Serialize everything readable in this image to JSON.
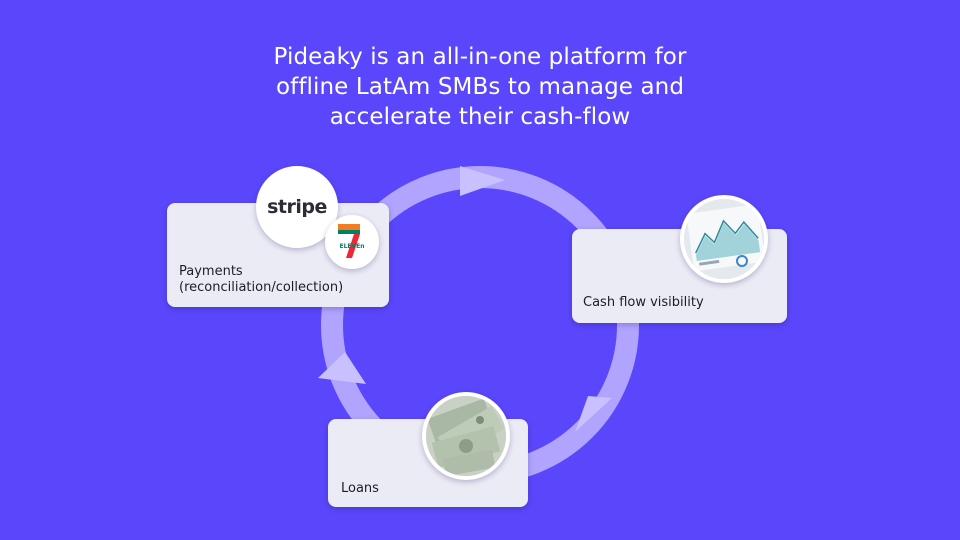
{
  "title": {
    "lines": [
      "Pideaky is an all-in-one platform for",
      "offline LatAm SMBs to manage and",
      "accelerate their cash-flow"
    ]
  },
  "colors": {
    "background": "#5a47fb",
    "card": "#ebebf5",
    "arrow": "#b5aaff",
    "title_text": "#ffffff",
    "seven_eleven_orange": "#f47b20",
    "seven_eleven_green": "#008163",
    "seven_eleven_red": "#ee2737"
  },
  "cards": {
    "payments": {
      "label_lines": [
        "Payments",
        "(reconciliation/collection)"
      ],
      "logos": {
        "stripe": "stripe",
        "seven_eleven": "ELEVEn"
      }
    },
    "cashflow": {
      "label": "Cash flow visibility",
      "icon": "dashboard-chart-icon"
    },
    "loans": {
      "label": "Loans",
      "icon": "dollar-bills-icon"
    }
  }
}
